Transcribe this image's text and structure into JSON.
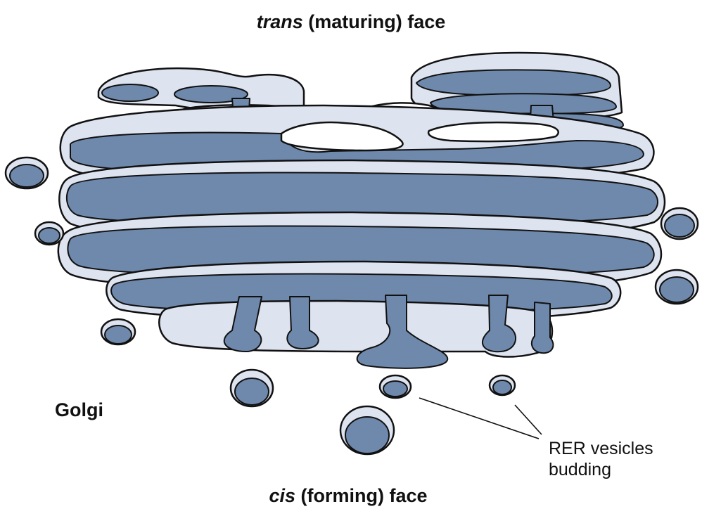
{
  "labels": {
    "trans_italic": "trans",
    "trans_rest": " (maturing) face",
    "cis_italic": "cis",
    "cis_rest": " (forming) face",
    "golgi": "Golgi",
    "rer_line1": "RER vesicles",
    "rer_line2": "budding"
  },
  "colors": {
    "membrane_fill": "#dde3ef",
    "lumen_fill": "#6f89ad",
    "outline": "#111111"
  }
}
